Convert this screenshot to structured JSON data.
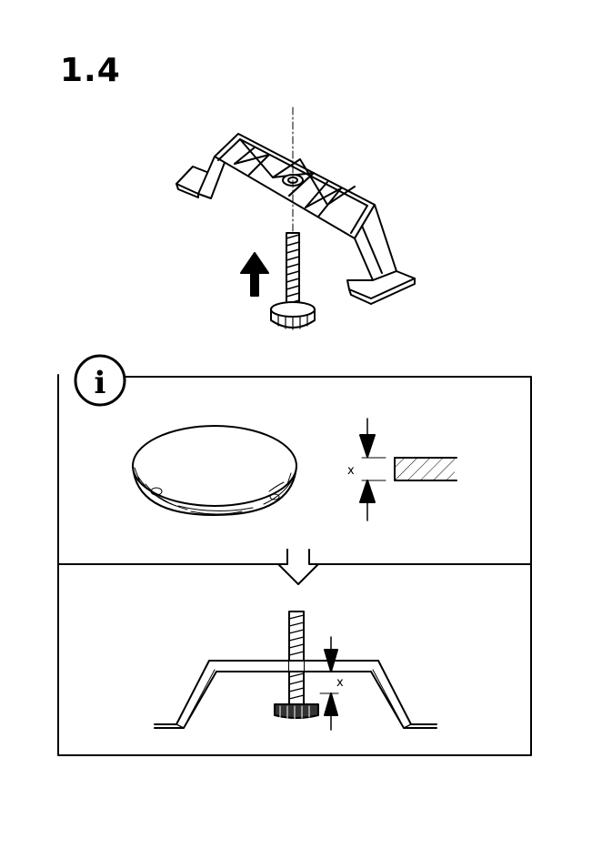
{
  "step": {
    "number": "1.4"
  },
  "info_panel": {
    "icon": "info-icon",
    "icon_glyph": "i",
    "dimension_label_top": "x",
    "dimension_label_bottom": "x",
    "transition_icon": "down-arrow-icon"
  },
  "colors": {
    "ink": "#000000",
    "paper": "#ffffff"
  }
}
